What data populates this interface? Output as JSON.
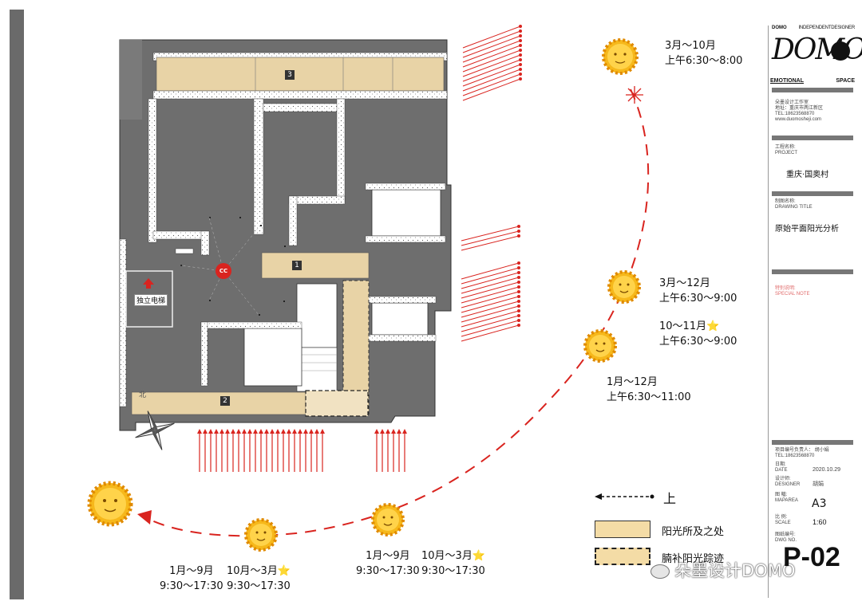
{
  "plan": {
    "rooms": {
      "r1": "1",
      "r2": "2",
      "r3": "3"
    },
    "elevator_label": "独立电梯",
    "center_tag": "CC",
    "compass_letter": "北"
  },
  "sun_positions": [
    {
      "id": "s1",
      "lines": [
        "3月～10月",
        "上午6:30～8:00"
      ]
    },
    {
      "id": "s2",
      "lines": [
        "3月～12月",
        "上午6:30～9:00"
      ]
    },
    {
      "id": "s3",
      "lines": [
        "10～11月⭐",
        "上午6:30～9:00"
      ]
    },
    {
      "id": "s4",
      "lines": [
        "1月～12月",
        "上午6:30～11:00"
      ]
    },
    {
      "id": "s5",
      "lines": [
        "1月～9月",
        "9:30～17:30"
      ]
    },
    {
      "id": "s6",
      "lines": [
        "10月～3月⭐",
        "9:30～17:30"
      ]
    },
    {
      "id": "s7",
      "lines": [
        "1月～9月",
        "9:30～17:30"
      ]
    },
    {
      "id": "s8",
      "lines": [
        "10月～3月⭐",
        "9:30～17:30"
      ]
    }
  ],
  "legend": {
    "arrow_label": "上",
    "sunlit_label": "阳光所及之处",
    "supplement_label": "腩补阳光踪迹"
  },
  "title_block": {
    "logo_text": "DOMO",
    "logo_top_small": "DOMO",
    "logo_top_right": "INDEPENDENTDESIGNER",
    "logo_left_word": "EMOTIONAL",
    "logo_right_word": "SPACE",
    "studio_lines": [
      "朵墨设计工作室",
      "地址：重庆市两江新区",
      "TEL:18623568870",
      "www.duomosheji.com"
    ],
    "project_label": [
      "工程名称:",
      "PROJECT"
    ],
    "project_name": "重庆·国奥村",
    "drawing_label": [
      "制图名称:",
      "DRAWING TITLE"
    ],
    "drawing_title": "原始平面阳光分析",
    "note_label": [
      "特别说明:",
      "SPECIAL NOTE"
    ],
    "manager_lines": [
      "项目编号负责人：  胡小娟",
      "TEL:18623568870"
    ],
    "date_label": [
      "日期:",
      "DATE"
    ],
    "date_value": "2020.10.29",
    "designer_label": [
      "设计师:",
      "DESIGNER"
    ],
    "designer_value": "胡娟",
    "map_label": [
      "图 幅:",
      "MAPAREA"
    ],
    "map_value": "A3",
    "scale_label": [
      "比 例:",
      "SCALE"
    ],
    "scale_value": "1:60",
    "dwg_label": [
      "图纸编号:",
      "DWG NO."
    ],
    "dwg_value": "P-02"
  },
  "watermark": "朵墨设计DOMO",
  "colors": {
    "floor": "#6e6e6e",
    "sunlit": "#e8d3a6",
    "sunpath": "#d9241f",
    "leftbar": "#6a6a6a"
  }
}
